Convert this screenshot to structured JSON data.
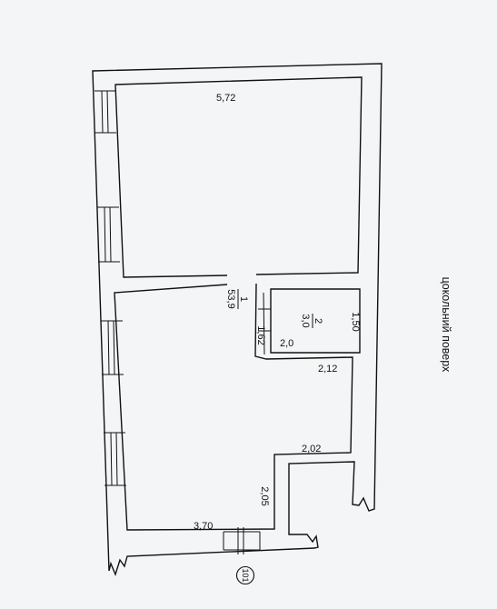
{
  "floor_label": "цокольний поверх",
  "dimensions": {
    "top_wall": "5,72",
    "small_room_width": "1,50",
    "small_room_length": "2,0",
    "doorway": "1,62",
    "lower_right_wall": "2,12",
    "step_wall": "2,02",
    "corridor_wall": "2,05",
    "bottom_wall": "3,70"
  },
  "rooms": {
    "main": {
      "number": "1",
      "area": "53,9"
    },
    "small": {
      "number": "2",
      "area": "3,0"
    }
  },
  "marker": "101"
}
